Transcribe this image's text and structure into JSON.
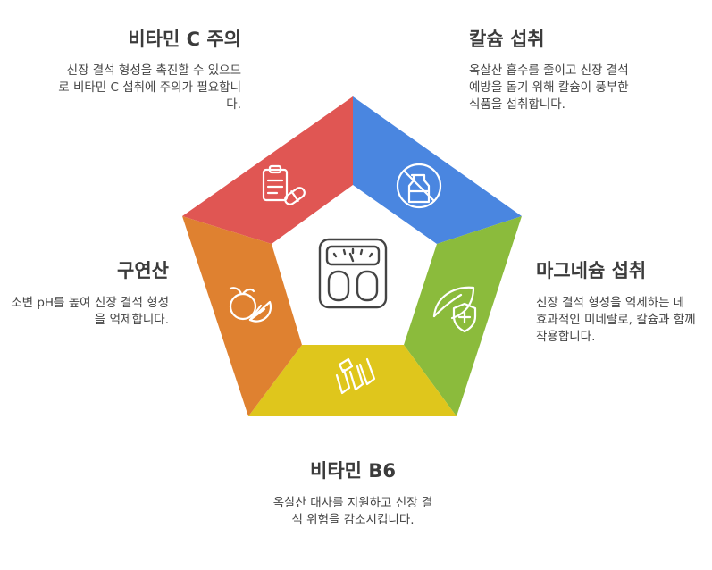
{
  "segments": [
    {
      "title": "비타민 C 주의",
      "desc": "신장 결석 형성을 촉진할 수 있으므로 비타민 C 섭취에 주의가 필요합니다.",
      "color": "#e05653",
      "icon": "clipboard-pill-icon"
    },
    {
      "title": "칼슘 섭취",
      "desc": "옥살산 흡수를 줄이고 신장 결석 예방을 돕기 위해 칼슘이 풍부한 식품을 섭취합니다.",
      "color": "#4a86e0",
      "icon": "no-milk-icon"
    },
    {
      "title": "마그네슘 섭취",
      "desc": "신장 결석 형성을 억제하는 데 효과적인 미네랄로, 칼슘과 함께 작용합니다.",
      "color": "#8bbb3c",
      "icon": "leaf-shield-icon"
    },
    {
      "title": "비타민 B6",
      "desc": "옥살산 대사를 지원하고 신장 결석 위험을 감소시킵니다.",
      "color": "#dfc61c",
      "icon": "supplement-icon"
    },
    {
      "title": "구연산",
      "desc": "소변 pH를 높여 신장 결석 형성을 억제합니다.",
      "color": "#df8130",
      "icon": "citrus-icon"
    }
  ],
  "center_icon": "scale-icon"
}
